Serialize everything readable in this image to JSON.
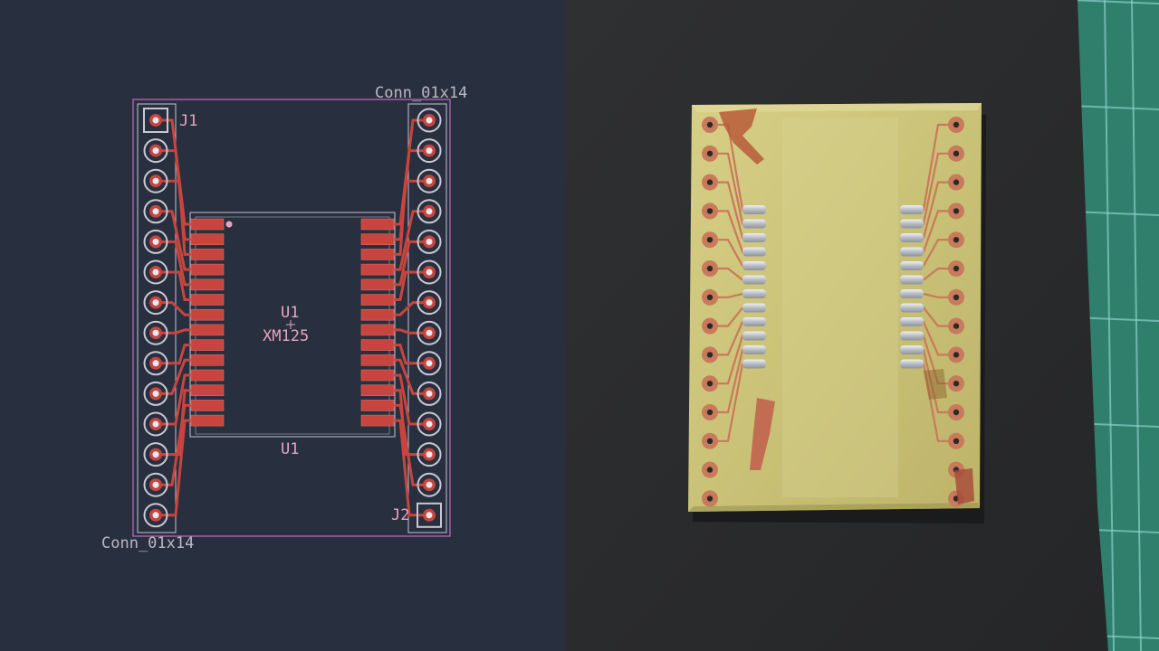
{
  "pcb_editor": {
    "connector_left": {
      "ref": "J1",
      "value": "Conn_01x14"
    },
    "connector_right": {
      "ref": "J2",
      "value": "Conn_01x14"
    },
    "module": {
      "ref": "U1",
      "value": "XM125",
      "fab_ref": "U1"
    }
  },
  "colors": {
    "canvas": "#282f3e",
    "copper": "#c8453f",
    "silkscreen": "#e7a4c2",
    "courtyard": "#c6c6d0",
    "board_edge": "#c66cc0",
    "fr4": "#c9c277",
    "cutting_mat": "#2f7f6c"
  },
  "photo": {
    "caption": ""
  }
}
